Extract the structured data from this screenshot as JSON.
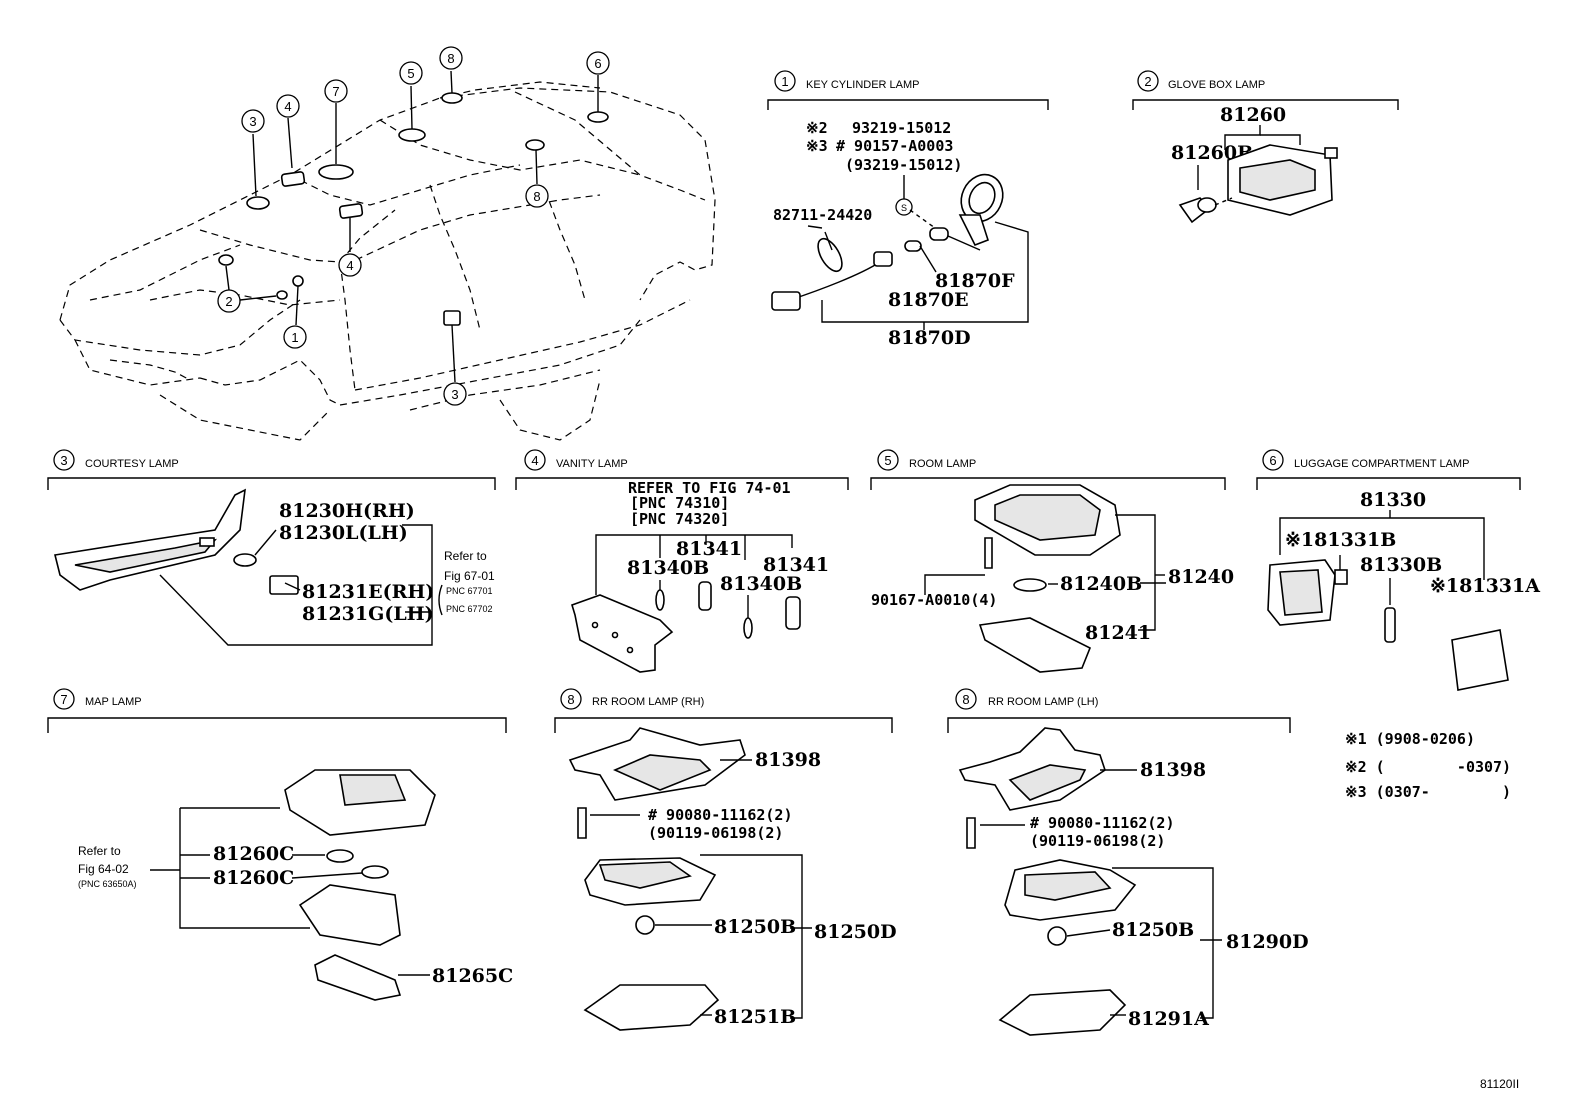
{
  "car": {
    "callouts": [
      "3",
      "4",
      "7",
      "5",
      "8",
      "6",
      "8",
      "4",
      "2",
      "1",
      "3"
    ]
  },
  "sections": {
    "key_cylinder": {
      "num": "1",
      "title": "KEY CYLINDER LAMP",
      "parts": {
        "p_93219_label": "※2",
        "p_93219": "93219-15012",
        "p_90157_label": "※3",
        "p_90157": "# 90157-A0003",
        "p_93219_alt": "(93219-15012)",
        "p_82711": "82711-24420",
        "p_81870F": "81870F",
        "p_81870E": "81870E",
        "p_81870D": "81870D",
        "s_mark": "S"
      }
    },
    "glove_box": {
      "num": "2",
      "title": "GLOVE BOX LAMP",
      "parts": {
        "p_81260": "81260",
        "p_81260B": "81260B"
      }
    },
    "courtesy": {
      "num": "3",
      "title": "COURTESY LAMP",
      "parts": {
        "p_81230H": "81230H(RH)",
        "p_81230L": "81230L(LH)",
        "p_81231E": "81231E(RH)",
        "p_81231G": "81231G(LH)"
      },
      "refer": {
        "line1": "Refer to",
        "line2": "Fig 67-01",
        "line3": "PNC 67701",
        "line4": "PNC 67702"
      }
    },
    "vanity": {
      "num": "4",
      "title": "VANITY LAMP",
      "refer": {
        "line1": "REFER TO FIG 74-01",
        "line2": "[PNC 74310]",
        "line3": "[PNC 74320]"
      },
      "parts": {
        "p_81341a": "81341",
        "p_81340Ba": "81340B",
        "p_81340Bb": "81340B",
        "p_81341b": "81341"
      }
    },
    "room": {
      "num": "5",
      "title": "ROOM LAMP",
      "parts": {
        "p_90167": "90167-A0010(4)",
        "p_81240B": "81240B",
        "p_81240": "81240",
        "p_81241": "81241"
      }
    },
    "luggage": {
      "num": "6",
      "title": "LUGGAGE COMPARTMENT LAMP",
      "parts": {
        "p_81330": "81330",
        "p_81331B": "※181331B",
        "p_81330B": "81330B",
        "p_81331A": "※181331A"
      }
    },
    "map": {
      "num": "7",
      "title": "MAP LAMP",
      "refer": {
        "line1": "Refer to",
        "line2": "Fig  64-02",
        "line3": "(PNC 63650A)"
      },
      "parts": {
        "p_81260Ca": "81260C",
        "p_81260Cb": "81260C",
        "p_81265C": "81265C"
      }
    },
    "rr_rh": {
      "num": "8",
      "title": "RR ROOM LAMP (RH)",
      "parts": {
        "p_81398": "81398",
        "p_90080": "# 90080-11162(2)",
        "p_90119": "(90119-06198(2)",
        "p_81250B": "81250B",
        "p_81250D": "81250D",
        "p_81251B": "81251B"
      }
    },
    "rr_lh": {
      "num": "8",
      "title": "RR ROOM LAMP (LH)",
      "parts": {
        "p_81398": "81398",
        "p_90080": "# 90080-11162(2)",
        "p_90119": "(90119-06198(2)",
        "p_81250B": "81250B",
        "p_81290D": "81290D",
        "p_81291A": "81291A"
      }
    }
  },
  "notes": {
    "n1": "※1 (9908-0206)",
    "n2": "※2 (        -0307)",
    "n3": "※3 (0307-        )"
  },
  "figure_id": "81120II"
}
